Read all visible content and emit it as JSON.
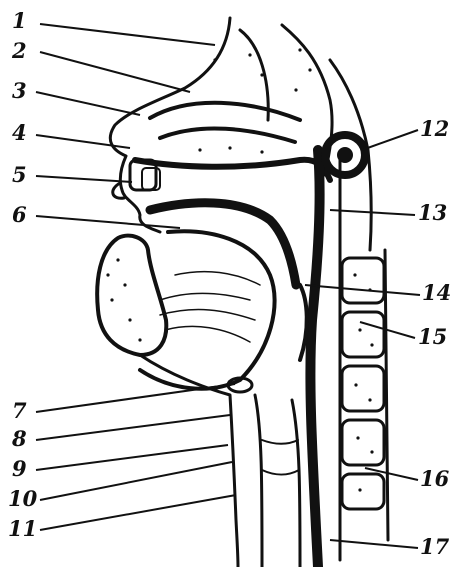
{
  "figure": {
    "labels": [
      "1",
      "2",
      "3",
      "4",
      "5",
      "6",
      "7",
      "8",
      "9",
      "10",
      "11",
      "12",
      "13",
      "14",
      "15",
      "16",
      "17"
    ]
  },
  "colors": {
    "ink": "#111111",
    "paper": "#ffffff"
  }
}
